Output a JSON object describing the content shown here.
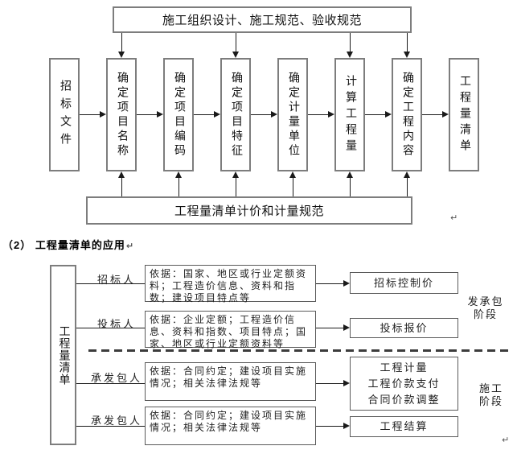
{
  "diagram1": {
    "top_box": "施工组织设计、施工规范、验收规范",
    "bottom_box": "工程量清单计价和计量规范",
    "columns": [
      "招标文件",
      "确定项目名称",
      "确定项目编码",
      "确定项目特征",
      "确定计量单位",
      "计算工程量",
      "确定工程内容",
      "工程量清单"
    ],
    "top_arrow_target_columns": [
      1,
      3,
      5,
      6
    ],
    "bottom_arrow_target_columns": [
      1,
      2,
      3,
      4,
      5,
      6
    ],
    "paragraph_mark": "↵"
  },
  "heading": {
    "label": "（2） 工程量清单的应用",
    "paragraph_mark": "↵"
  },
  "diagram2": {
    "left_box": "工程量清单",
    "rows": [
      {
        "actor": "招标人",
        "basis": "依据：国家、地区或行业定额资料；工程造价信息、资料和指数；建设项目特点等",
        "result": "招标控制价"
      },
      {
        "actor": "投标人",
        "basis": "依据：企业定额；工程造价信息、资料和指数、项目特点；国家、地区或行业定额资料等",
        "result": "投标报价"
      },
      {
        "actor": "承发包人",
        "basis": "依据：合同约定；建设项目实施情况；相关法律法规等",
        "result": "工程计量\n工程价款支付\n合同价款调整"
      },
      {
        "actor": "承发包人",
        "basis": "依据：合同约定；建设项目实施情况；相关法律法规等",
        "result": "工程结算"
      }
    ],
    "stages": [
      {
        "label": "发承包\n阶段"
      },
      {
        "label": "施工\n阶段"
      }
    ],
    "paragraph_mark": "↵"
  },
  "colors": {
    "line": "#1a1a1a",
    "box_border": "#7d7d7d",
    "thin_border": "#5a5a5a",
    "text": "#111111",
    "background": "#ffffff"
  }
}
